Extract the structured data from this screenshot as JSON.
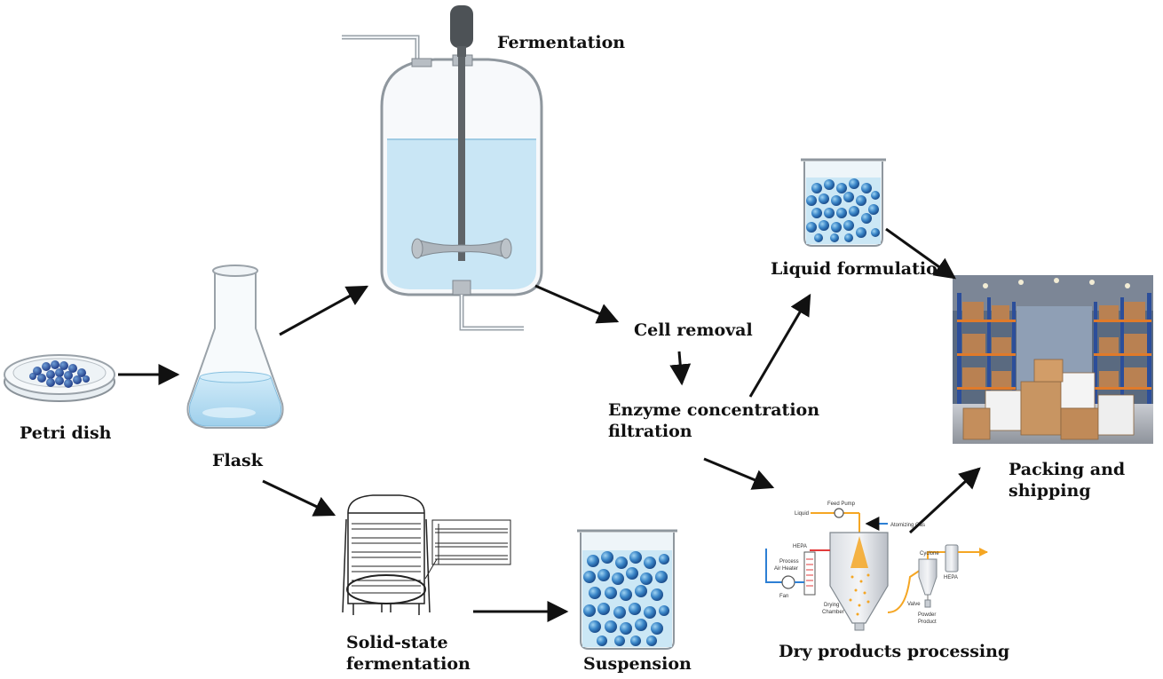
{
  "labels": {
    "petri_dish": "Petri dish",
    "flask": "Flask",
    "fermentation": "Fermentation",
    "cell_removal": "Cell removal",
    "enzyme_line1": "Enzyme concentration",
    "enzyme_line2": "filtration",
    "liquid_formulation": "Liquid formulation",
    "packing_line1": "Packing and",
    "packing_line2": "shipping",
    "solid_state_line1": "Solid-state",
    "solid_state_line2": "fermentation",
    "suspension": "Suspension",
    "dry_products": "Dry products processing"
  },
  "spray_dryer": {
    "liquid": "Liquid",
    "feed_pump": "Feed Pump",
    "atomizing_gas": "Atomizing Gas",
    "hepa_left": "HEPA",
    "process_air_heater_1": "Process",
    "process_air_heater_2": "Air Heater",
    "fan": "Fan",
    "drying_chamber_1": "Drying",
    "drying_chamber_2": "Chamber",
    "cyclone": "Cyclone",
    "valve": "Valve",
    "powder_product_1": "Powder",
    "powder_product_2": "Product",
    "hepa_right": "HEPA"
  },
  "colors": {
    "liquid_blue": "#bfe0f0",
    "bead_blue": "#2f6fb5",
    "arrow": "#111111",
    "spray_orange": "#f5a623"
  }
}
